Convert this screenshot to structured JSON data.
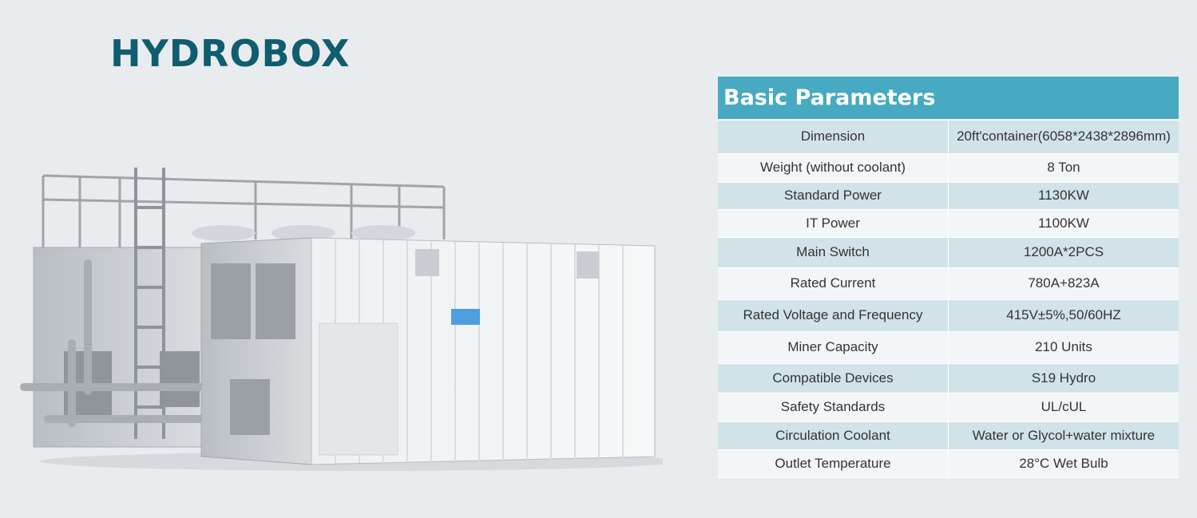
{
  "page": {
    "title": "HYDROBOX"
  },
  "params": {
    "heading": "Basic Parameters",
    "rows": [
      {
        "label": "Dimension",
        "value": "20ft'container(6058*2438*2896mm)"
      },
      {
        "label": "Weight (without coolant)",
        "value": "8 Ton"
      },
      {
        "label": "Standard Power",
        "value": "1130KW"
      },
      {
        "label": "IT Power",
        "value": "1100KW"
      },
      {
        "label": "Main Switch",
        "value": "1200A*2PCS"
      },
      {
        "label": "Rated Current",
        "value": "780A+823A"
      },
      {
        "label": "Rated Voltage and Frequency",
        "value": "415V±5%,50/60HZ"
      },
      {
        "label": "Miner Capacity",
        "value": "210 Units"
      },
      {
        "label": "Compatible Devices",
        "value": "S19 Hydro"
      },
      {
        "label": "Safety Standards",
        "value": "UL/cUL"
      },
      {
        "label": "Circulation Coolant",
        "value": "Water or Glycol+water mixture"
      },
      {
        "label": "Outlet Temperature",
        "value": "28°C  Wet Bulb"
      }
    ]
  },
  "colors": {
    "title": "#0f5d6e",
    "header_bg": "#47a9c2",
    "row_alt": "#d1e3e9",
    "row_plain": "#f3f6f8"
  },
  "product_image": {
    "icon": "hydrobox-container-image"
  }
}
